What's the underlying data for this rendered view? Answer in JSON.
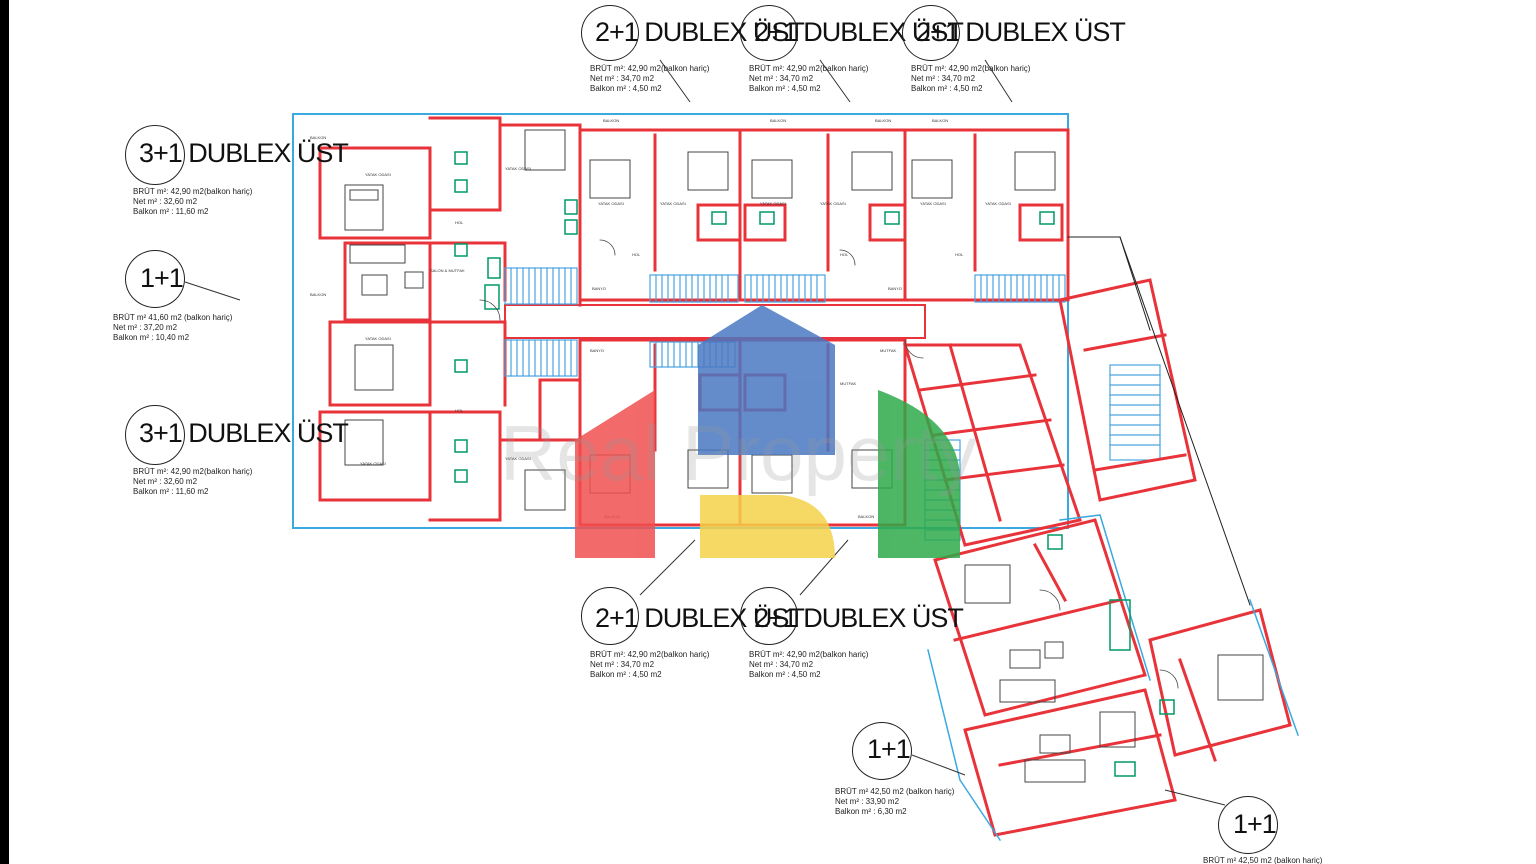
{
  "units": {
    "top_2plus1": {
      "title": "2+1 DUBLEX ÜST",
      "brut": "BRÜT m²: 42,90 m2(balkon hariç)",
      "net": "Net m²    : 34,70 m2",
      "balkon": "Balkon m² : 4,50 m2"
    },
    "left_3plus1": {
      "title": "3+1 DUBLEX ÜST",
      "brut": "BRÜT m²: 42,90 m2(balkon hariç)",
      "net": "Net m²    : 32,60 m2",
      "balkon": "Balkon m² : 11,60 m2"
    },
    "left_1plus1": {
      "title": "1+1",
      "brut": "BRÜT m²    41,60 m2 (balkon hariç)",
      "net": "Net m²    : 37,20 m2",
      "balkon": "Balkon m²   : 10,40 m2"
    },
    "bottom_2plus1": {
      "title": "2+1 DUBLEX ÜST",
      "brut": "BRÜT m²: 42,90 m2(balkon hariç)",
      "net": "Net m²    : 34,70 m2",
      "balkon": "Balkon m² : 4,50 m2"
    },
    "bottom_right_1plus1": {
      "title": "1+1",
      "brut": "BRÜT m²    42,50 m2 (balkon hariç)",
      "net": "Net m²    : 33,90 m2",
      "balkon": "Balkon m²   : 6,30 m2"
    },
    "far_right_1plus1": {
      "title": "1+1",
      "brut": "BRÜT m²    42,50 m2 (balkon hariç)"
    }
  },
  "rooms": {
    "balkon": "BALKON",
    "yatak_odasi": "YATAK ODASI",
    "hol": "HOL",
    "banyo": "BANYO",
    "salon": "SALON & MUTFAK",
    "mutfak": "MUTFAK"
  },
  "colors": {
    "wall": "#e8333a",
    "outline": "#3aa9e0",
    "stair": "#4aa3e0",
    "fixture": "#009966",
    "logo_blue": "#4a78c2",
    "logo_red": "#f05050",
    "logo_yellow": "#f5d24a",
    "logo_green": "#2eaa4a"
  }
}
